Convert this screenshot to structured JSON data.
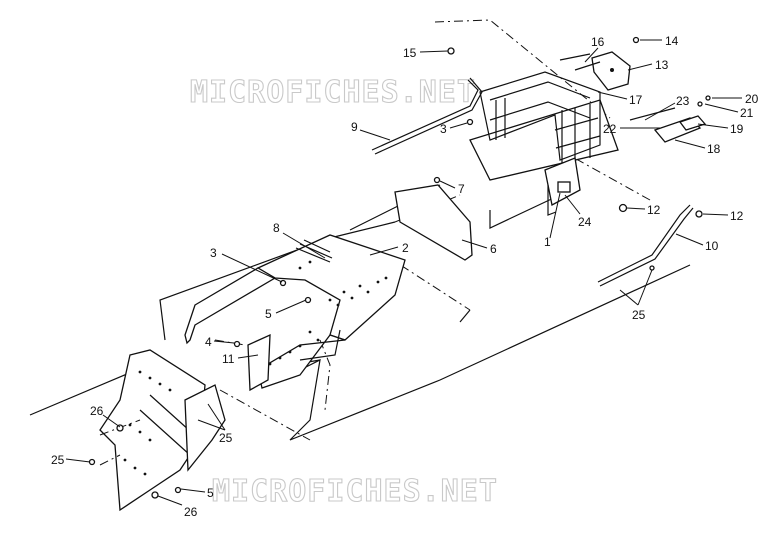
{
  "watermarks": [
    "MICROFICHES.NET",
    "MICROFICHES.NET"
  ],
  "callouts": [
    {
      "id": "c15",
      "text": "15"
    },
    {
      "id": "c16",
      "text": "16"
    },
    {
      "id": "c14",
      "text": "14"
    },
    {
      "id": "c13",
      "text": "13"
    },
    {
      "id": "c17",
      "text": "17"
    },
    {
      "id": "c20",
      "text": "20"
    },
    {
      "id": "c23",
      "text": "23"
    },
    {
      "id": "c21",
      "text": "21"
    },
    {
      "id": "c22",
      "text": "22"
    },
    {
      "id": "c19",
      "text": "19"
    },
    {
      "id": "c18",
      "text": "18"
    },
    {
      "id": "c9",
      "text": "9"
    },
    {
      "id": "c3a",
      "text": "3"
    },
    {
      "id": "c7",
      "text": "7"
    },
    {
      "id": "c12a",
      "text": "12"
    },
    {
      "id": "c12b",
      "text": "12"
    },
    {
      "id": "c24",
      "text": "24"
    },
    {
      "id": "c1",
      "text": "1"
    },
    {
      "id": "c10",
      "text": "10"
    },
    {
      "id": "c8",
      "text": "8"
    },
    {
      "id": "c2",
      "text": "2"
    },
    {
      "id": "c6",
      "text": "6"
    },
    {
      "id": "c3b",
      "text": "3"
    },
    {
      "id": "c5a",
      "text": "5"
    },
    {
      "id": "c4",
      "text": "4"
    },
    {
      "id": "c11",
      "text": "11"
    },
    {
      "id": "c25a",
      "text": "25"
    },
    {
      "id": "c26a",
      "text": "26"
    },
    {
      "id": "c25b",
      "text": "25"
    },
    {
      "id": "c25c",
      "text": "25"
    },
    {
      "id": "c5b",
      "text": "5"
    },
    {
      "id": "c26b",
      "text": "26"
    }
  ]
}
